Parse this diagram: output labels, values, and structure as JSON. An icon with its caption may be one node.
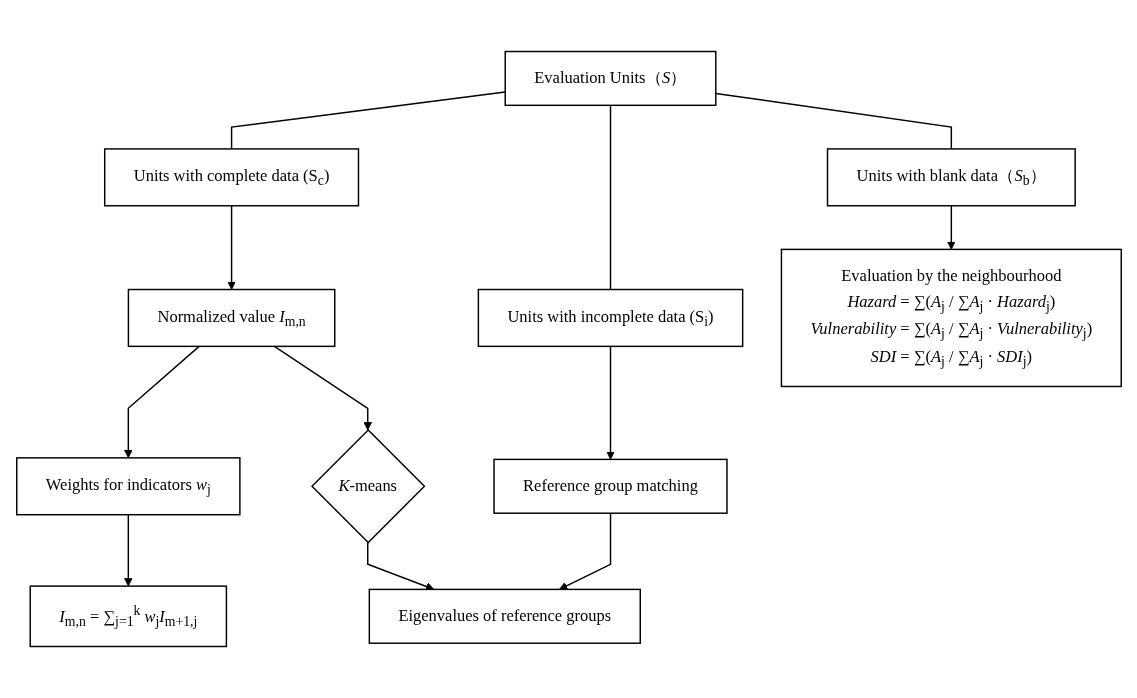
{
  "diagram": {
    "nodes": [
      {
        "text": [
          "Evaluation Units（*S*）"
        ]
      },
      {
        "text": [
          "Units with blank data（*S*$_{b}$）"
        ]
      },
      {
        "text": [
          "Units with complete data (S$_{c}$)"
        ]
      },
      {
        "text": [
          "Units with incomplete data (S$_{i}$)"
        ]
      },
      {
        "text": [
          "Normalized value *I*$_{m,n}$"
        ]
      },
      {
        "text": [
          "Reference group matching"
        ]
      },
      {
        "text": [
          "Evaluation by the neighbourhood",
          "*Hazard* = ∑(*A*$_{j}$ / ∑*A*$_{j}$ · *Hazard*$_{j}$)",
          "*Vulnerability* = ∑(*A*$_{j}$ / ∑*A*$_{j}$ · *Vulnerability*$_{j}$)",
          "*SDI* = ∑(*A*$_{j}$ / ∑*A*$_{j}$ · *SDI*$_{j}$)"
        ]
      },
      {
        "text": [
          "Weights for indicators *w*$_{j}$"
        ]
      },
      {
        "text": [
          "*K*-means"
        ]
      },
      {
        "text": [
          "*I*$_{m,n}$ = ∑$_{j=1}$$^{k}$ *w*$_{j}$*I*$_{m+1,j}$"
        ]
      },
      {
        "text": [
          "Eigenvalues of reference groups"
        ]
      }
    ],
    "edges": [
      {
        "from": 0,
        "to": 1,
        "arrow": "none"
      },
      {
        "from": 0,
        "to": 2,
        "arrow": "none"
      },
      {
        "from": 0,
        "to": 3,
        "arrow": "none"
      },
      {
        "from": 1,
        "to": 6,
        "arrow": "to"
      },
      {
        "from": 2,
        "to": 4,
        "arrow": "to"
      },
      {
        "from": 3,
        "to": 5,
        "arrow": "to"
      },
      {
        "from": 4,
        "to": 7,
        "arrow": "to"
      },
      {
        "from": 4,
        "to": 8,
        "arrow": "to"
      },
      {
        "from": 7,
        "to": 9,
        "arrow": "to"
      },
      {
        "from": 8,
        "to": 10,
        "arrow": "to"
      },
      {
        "from": 5,
        "to": 10,
        "arrow": "to"
      }
    ]
  }
}
